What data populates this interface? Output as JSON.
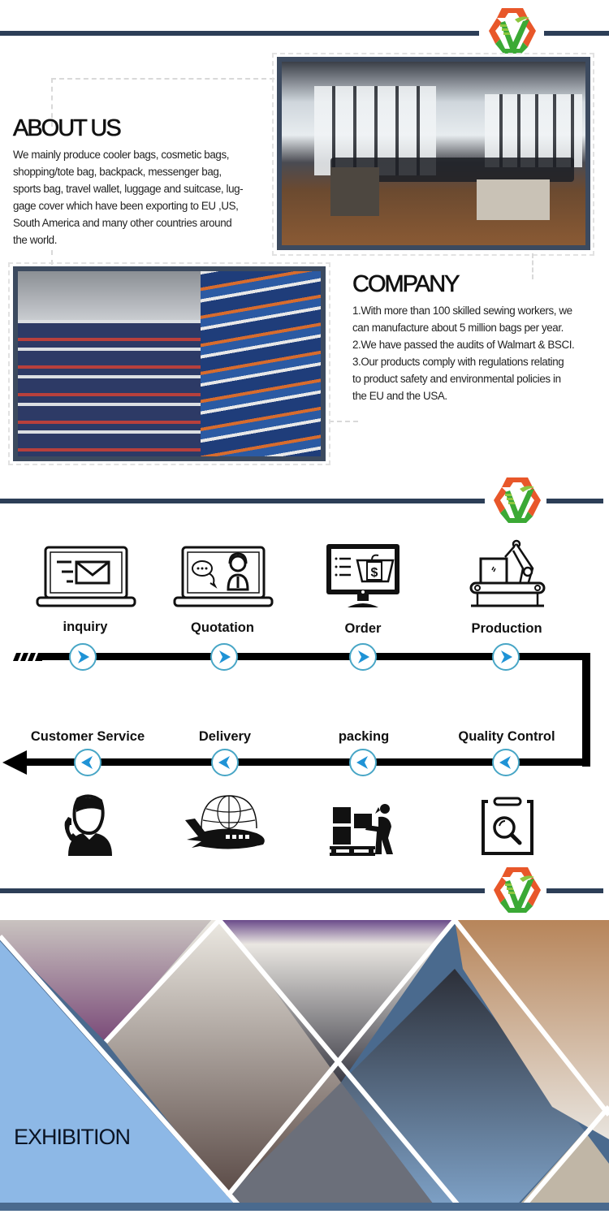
{
  "brand": {
    "logo_colors": {
      "orange": "#e8572a",
      "green": "#3ba935",
      "lightgreen": "#8cc63f"
    },
    "rule_color": "#2c3e57",
    "accent": "#48a6c6"
  },
  "about": {
    "title": "ABOUT US",
    "lines": [
      "We mainly produce cooler bags, cosmetic bags,",
      "shopping/tote bag, backpack, messenger bag,",
      "sports bag, travel wallet, luggage and suitcase, lug-",
      "gage cover which have been exporting to EU ,US,",
      "South America and many other countries around",
      "the world."
    ],
    "photo_label": "office-showroom-photo"
  },
  "company": {
    "title": "COMPANY",
    "lines": [
      "1.With more than 100 skilled sewing workers, we",
      "can manufacture about 5 million bags per year.",
      "2.We have passed the audits of Walmart & BSCI.",
      "3.Our products comply with regulations relating",
      "to product safety and environmental policies in",
      "the EU and the USA."
    ],
    "photo_label": "warehouse-shelves-photo"
  },
  "process": {
    "top_row": [
      {
        "label": "inquiry",
        "icon": "laptop-mail-icon"
      },
      {
        "label": "Quotation",
        "icon": "laptop-support-icon"
      },
      {
        "label": "Order",
        "icon": "monitor-cart-icon"
      },
      {
        "label": "Production",
        "icon": "robot-arm-conveyor-icon"
      }
    ],
    "bottom_row": [
      {
        "label": "Customer Service",
        "icon": "phone-person-icon"
      },
      {
        "label": "Delivery",
        "icon": "plane-globe-icon"
      },
      {
        "label": "packing",
        "icon": "worker-boxes-icon"
      },
      {
        "label": "Quality Control",
        "icon": "clipboard-magnifier-icon"
      }
    ]
  },
  "exhibition": {
    "title": "EXHIBITION",
    "panel_color": "#8db8e6"
  }
}
